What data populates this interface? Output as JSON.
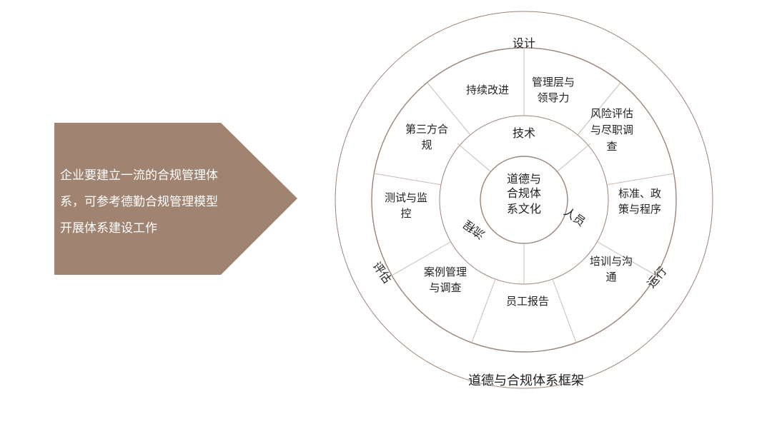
{
  "banner": {
    "lines": [
      "企业要建立一流的合规管理体",
      "系，可参考德勤合规管理模型",
      "开展体系建设工作"
    ]
  },
  "diagram": {
    "caption": "道德与合规体系框架",
    "outer_labels": {
      "top": "设计",
      "left": "评估",
      "right": "运行"
    },
    "center_lines": [
      "道德与",
      "合规体",
      "系文化"
    ],
    "inner_labels": {
      "top": "技术",
      "left": "流程",
      "right": "人员"
    },
    "segments": {
      "continuous_improvement": [
        "持续改进"
      ],
      "management": [
        "管理层与",
        "领导力"
      ],
      "risk_assessment": [
        "风险评估",
        "与尽职调",
        "查"
      ],
      "standards": [
        "标准、政",
        "策与程序"
      ],
      "training": [
        "培训与沟",
        "通"
      ],
      "reporting": [
        "员工报告"
      ],
      "case_management": [
        "案例管理",
        "与调查"
      ],
      "testing": [
        "测试与监",
        "控"
      ],
      "third_party": [
        "第三方合",
        "规"
      ]
    }
  },
  "colors": {
    "banner": "#a08371",
    "line": "#9b8478",
    "text": "#222222"
  }
}
